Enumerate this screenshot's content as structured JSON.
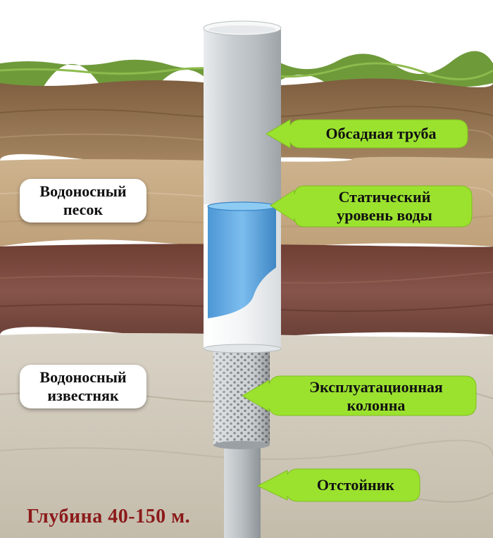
{
  "labels": {
    "casing_pipe": "Обсадная труба",
    "static_level_line1": "Статический",
    "static_level_line2": "уровень  воды",
    "production_line1": "Эксплуатационная",
    "production_line2": "колонна",
    "sump": "Отстойник",
    "sand_line1": "Водоносный",
    "sand_line2": "песок",
    "limestone_line1": "Водоносный",
    "limestone_line2": "известняк",
    "depth": "Глубина 40-150 м."
  },
  "colors": {
    "grass": "#6f9a3a",
    "topsoil": "#8a6a48",
    "sand": "#c9ad85",
    "clay": "#7a4a3c",
    "limestone": "#cfc7b7",
    "pipe_gray": "#bfc4c8",
    "water": "#5aa6e0",
    "callout_green": "#9be22f",
    "depth_text": "#8b1a1a"
  },
  "icons": {
    "callout_arrow": "chevron-left-callout"
  }
}
